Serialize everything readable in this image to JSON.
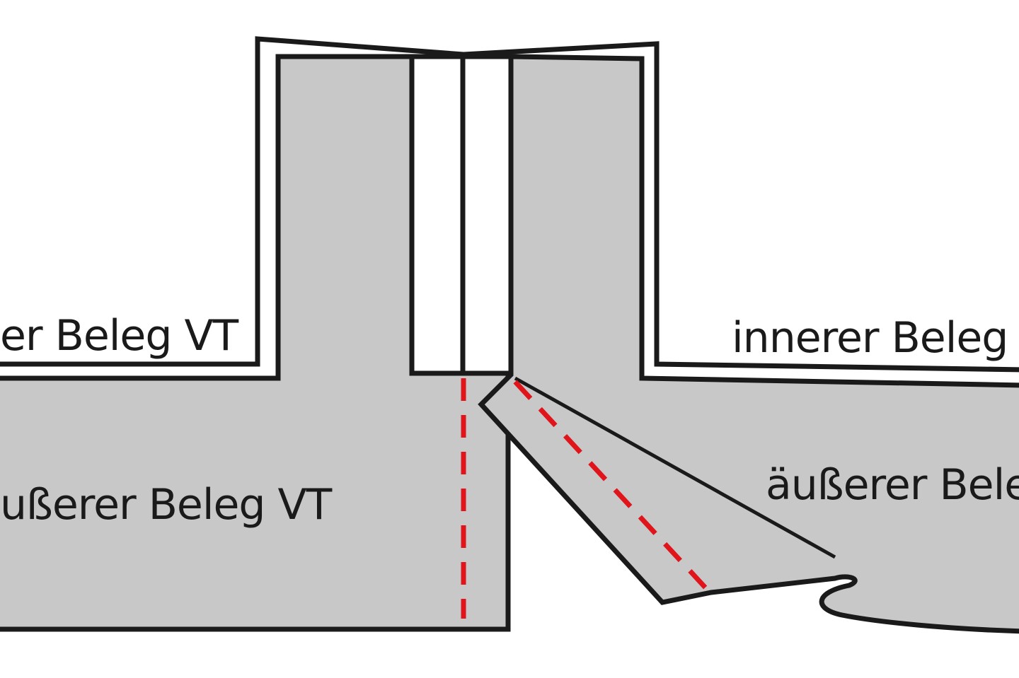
{
  "labels": {
    "left_inner": "er Beleg VT",
    "right_inner": "innerer Beleg",
    "left_outer": "ußerer Beleg VT",
    "right_outer": "äußerer Bele"
  },
  "colors": {
    "fabric_fill": "#c8c8c8",
    "outline": "#1a1a1a",
    "seam_line": "#e0151b",
    "background": "#ffffff"
  }
}
